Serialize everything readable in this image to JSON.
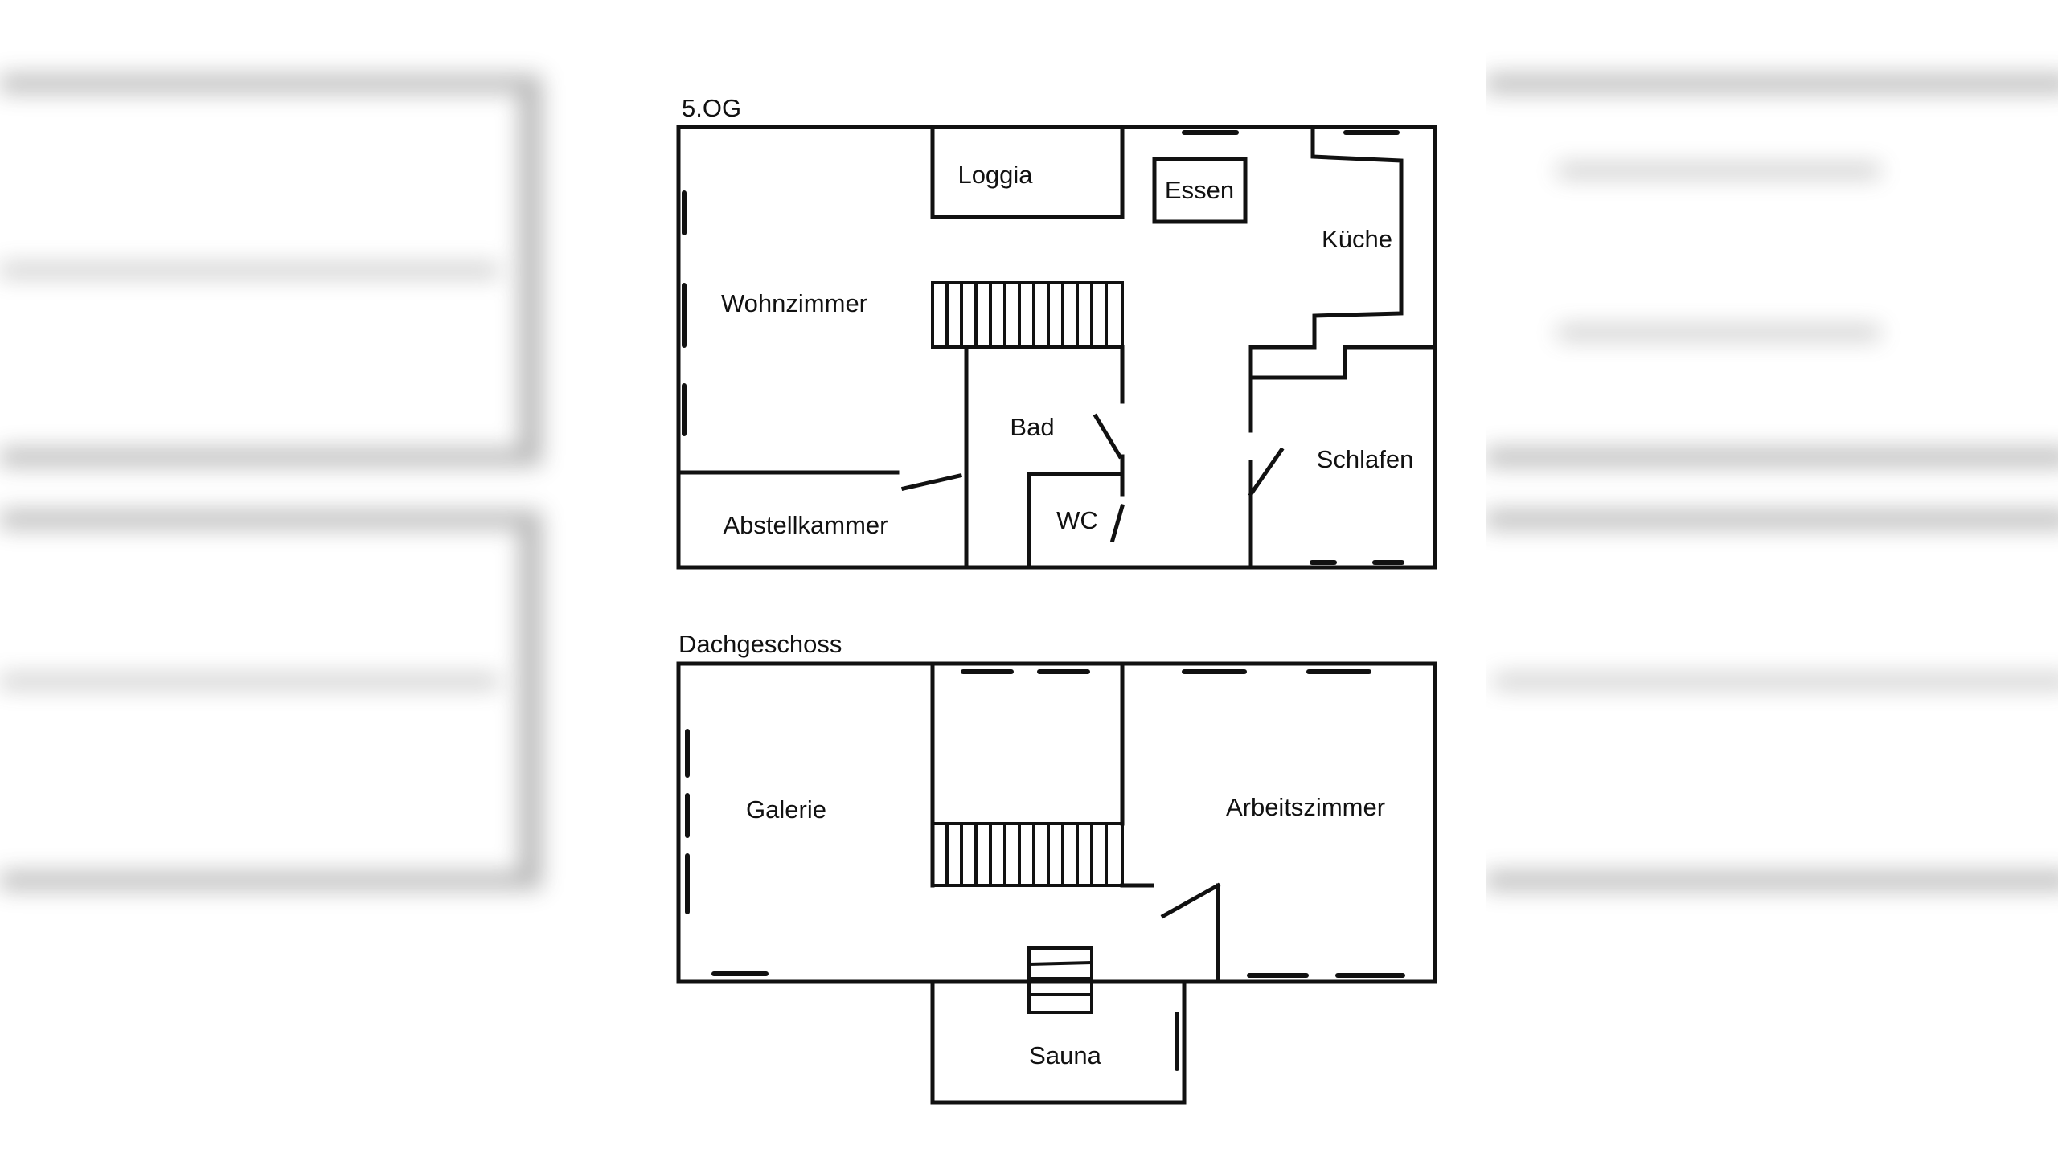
{
  "floors": {
    "upper": {
      "label": "5.OG",
      "rooms": {
        "loggia": "Loggia",
        "essen": "Essen",
        "kueche": "Küche",
        "wohnzimmer": "Wohnzimmer",
        "bad": "Bad",
        "schlafen": "Schlafen",
        "wc": "WC",
        "abstellkammer": "Abstellkammer"
      }
    },
    "attic": {
      "label": "Dachgeschoss",
      "rooms": {
        "galerie": "Galerie",
        "arbeitszimmer": "Arbeitszimmer",
        "sauna": "Sauna"
      }
    }
  },
  "colors": {
    "line": "#111111",
    "background": "#ffffff"
  }
}
